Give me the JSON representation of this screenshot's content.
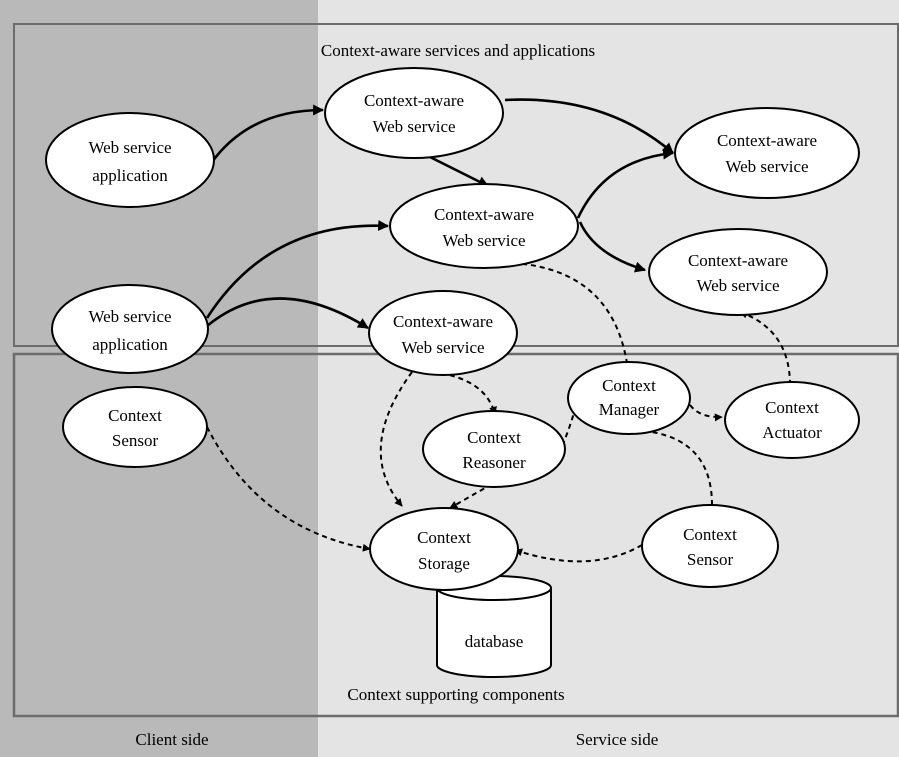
{
  "regions": {
    "top_title": "Context-aware services and applications",
    "bottom_title": "Context supporting components"
  },
  "sides": {
    "client": "Client side",
    "service": "Service side"
  },
  "nodes": {
    "wsa1": {
      "line1": "Web service",
      "line2": "application"
    },
    "wsa2": {
      "line1": "Web service",
      "line2": "application"
    },
    "caws1": {
      "line1": "Context-aware",
      "line2": "Web service"
    },
    "caws2": {
      "line1": "Context-aware",
      "line2": "Web service"
    },
    "caws3": {
      "line1": "Context-aware",
      "line2": "Web service"
    },
    "caws4": {
      "line1": "Context-aware",
      "line2": "Web service"
    },
    "caws5": {
      "line1": "Context-aware",
      "line2": "Web service"
    },
    "sensor_client": {
      "line1": "Context",
      "line2": "Sensor"
    },
    "reasoner": {
      "line1": "Context",
      "line2": "Reasoner"
    },
    "manager": {
      "line1": "Context",
      "line2": "Manager"
    },
    "actuator": {
      "line1": "Context",
      "line2": "Actuator"
    },
    "storage": {
      "line1": "Context",
      "line2": "Storage"
    },
    "sensor_service": {
      "line1": "Context",
      "line2": "Sensor"
    },
    "database": {
      "label": "database"
    }
  },
  "colors": {
    "client_bg": "#b9b9b9",
    "service_bg": "#e4e4e4",
    "region_border": "#707070",
    "node_fill": "#ffffff",
    "stroke": "#000000"
  }
}
